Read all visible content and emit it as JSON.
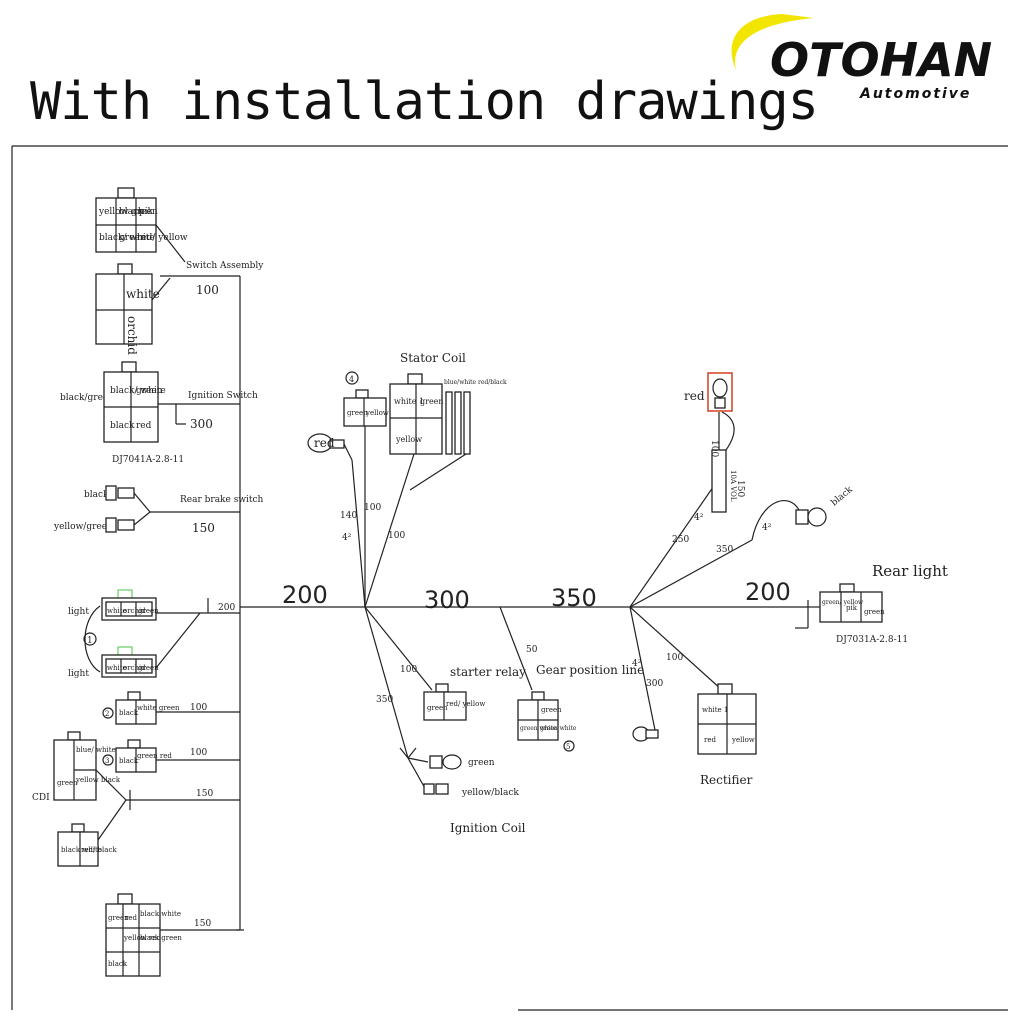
{
  "header": {
    "title": "With installation drawings"
  },
  "logo": {
    "brand": "OTOHANS",
    "tagline": "Automotive",
    "colors": {
      "swoosh": "#f2e600",
      "text": "#111111"
    }
  },
  "labels": {
    "switch_assembly": "Switch Assembly",
    "ignition_switch": "Ignition Switch",
    "connector_code_ignition": "DJ7041A-2.8-11",
    "rear_brake_switch": "Rear brake switch",
    "cdi": "CDI",
    "stator_coil": "Stator Coil",
    "starter_relay": "starter relay",
    "gear_position_line": "Gear position line",
    "ignition_coil": "Ignition Coil",
    "rectifier": "Rectifier",
    "rear_light": "Rear light",
    "connector_code_rear": "DJ7031A-2.8-11",
    "fuse": "10A VOL"
  },
  "wires": {
    "black_green": "black/green",
    "black": "black",
    "yellow_green": "yellow/green",
    "light": "light",
    "red": "red",
    "green": "green",
    "yellow_black": "yellow/black",
    "blue_white_red_black": "blue/white red/black",
    "black_rear": "black"
  },
  "pins": {
    "switch1": [
      "yellow green",
      "black",
      "pik",
      "black/ white",
      "green",
      "red/ yellow"
    ],
    "switch2": [
      "white",
      "orchid"
    ],
    "ignition": [
      "black/ white",
      "green",
      "black",
      "red"
    ],
    "light1": [
      "white",
      "orchid",
      "green"
    ],
    "light2": [
      "white",
      "orchid",
      "green"
    ],
    "conn2": [
      "black",
      "white green"
    ],
    "conn3": [
      "black",
      "green red"
    ],
    "cdi1": [
      "blue/ white",
      "green",
      "yellow black"
    ],
    "cdi2": [
      "black white",
      "red/ black"
    ],
    "bottom": [
      "green",
      "red",
      "black white",
      "yellow red",
      "black green",
      "black"
    ],
    "stator_small": [
      "green",
      "yellow"
    ],
    "stator": [
      "white 1",
      "green",
      "yellow"
    ],
    "starter": [
      "green",
      "red/ yellow"
    ],
    "gear": [
      "green",
      "green white",
      "green white"
    ],
    "rectifier": [
      "white 1",
      "red",
      "yellow"
    ],
    "rear": [
      "green/ yellow",
      "pik",
      "green"
    ]
  },
  "lengths": {
    "s100": "100",
    "ign300": "300",
    "rb150": "150",
    "l200": "200",
    "c2_100": "100",
    "c3_100": "100",
    "cdi150": "150",
    "bot150": "150",
    "m200": "200",
    "m300": "300",
    "m350": "350",
    "r200": "200",
    "st140": "140",
    "st100a": "100",
    "st100b": "100",
    "sr100": "100",
    "ic350": "350",
    "gp50": "50",
    "g300": "300",
    "rc100": "100",
    "f250": "250",
    "f100": "100",
    "f150": "150",
    "b350": "350",
    "cs4a": "4²",
    "cs4b": "4²",
    "cs4c": "4²",
    "cs4d": "4²"
  },
  "callouts": {
    "n1": "1",
    "n2": "2",
    "n3": "3",
    "n4": "4",
    "n5": "5"
  }
}
